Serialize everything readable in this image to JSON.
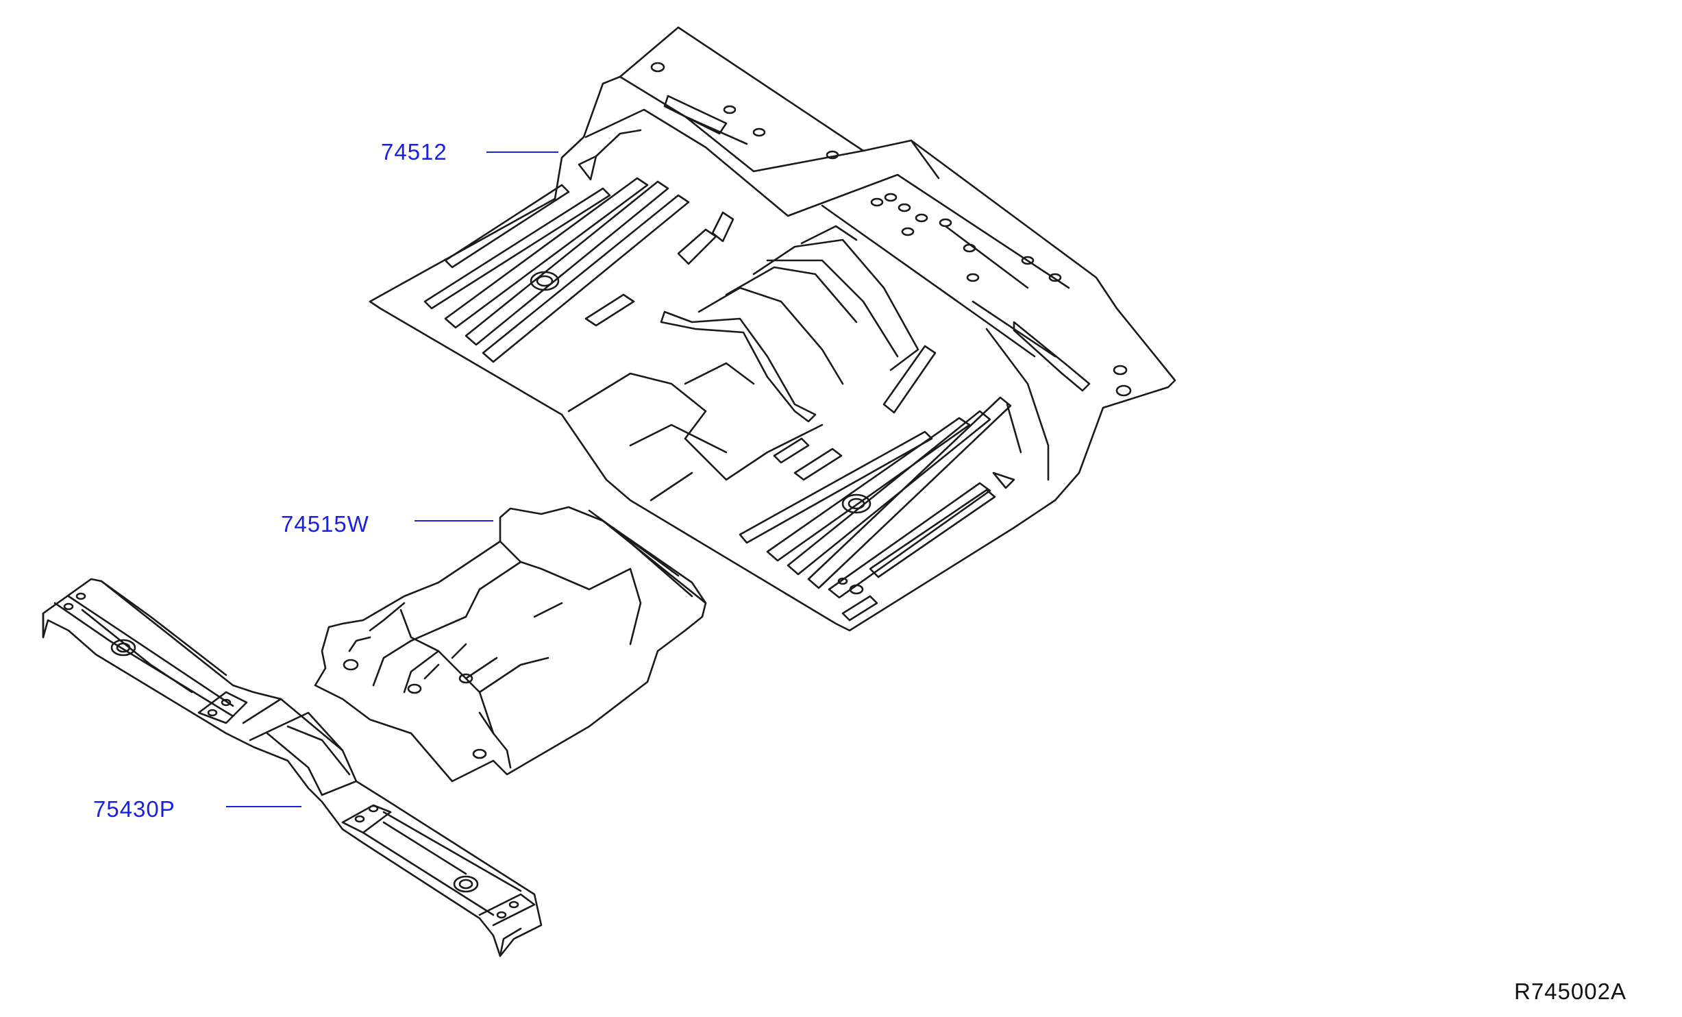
{
  "diagram": {
    "parts": [
      {
        "id": "floor-panel-front",
        "number": "74512"
      },
      {
        "id": "floor-panel-rear-cover",
        "number": "74515W"
      },
      {
        "id": "cross-member",
        "number": "75430P"
      }
    ],
    "reference_code": "R745002A",
    "colors": {
      "label": "#1a22e0",
      "line": "#1a1a1a",
      "background": "#ffffff"
    }
  }
}
